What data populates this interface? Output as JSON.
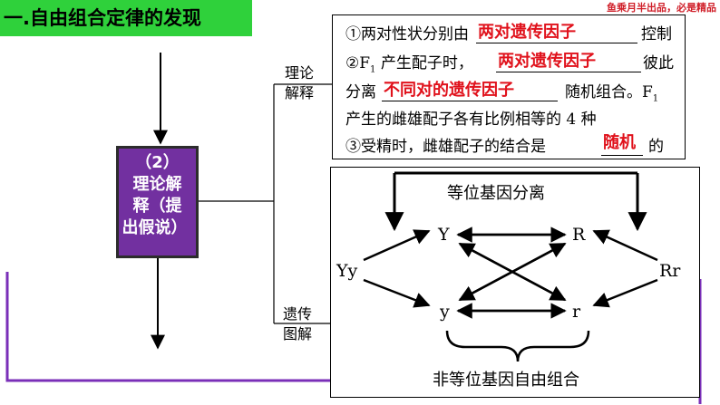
{
  "header": {
    "title": "一.自由组合定律的发现",
    "watermark": "鱼乘月半出品，必是精品"
  },
  "step": {
    "line1": "（2）",
    "line2": "理论解",
    "line3": "释（提",
    "line4": "出假说）"
  },
  "branches": {
    "theory": {
      "line1": "理论",
      "line2": "解释"
    },
    "diagram": {
      "line1": "遗传",
      "line2": "图解"
    }
  },
  "explanation": {
    "line1_pre": "①两对性状分别由",
    "line1_ans": "两对遗传因子",
    "line1_post": "控制",
    "line2_pre": "②F",
    "line2_sub": "1",
    "line2_mid": " 产生配子时，",
    "line2_ans": "两对遗传因子",
    "line2_post": "彼此",
    "line3_pre": "分离",
    "line3_ans": "不同对的遗传因子",
    "line3_post": "随机组合。F",
    "line3_sub": "1",
    "line4": "产生的雌雄配子各有比例相等的 4 种",
    "line5_pre": "③受精时，雌雄配子的结合是",
    "line5_ans": "随机",
    "line5_post": "的"
  },
  "genetics": {
    "top_label": "等位基因分离",
    "bottom_label": "非等位基因自由组合",
    "left_parent": "Yy",
    "right_parent": "Rr",
    "gene_Y": "Y",
    "gene_y": "y",
    "gene_R": "R",
    "gene_r": "r"
  },
  "colors": {
    "title_bar": "#2fd13b",
    "step_box": "#7230a0",
    "answer": "#e0111b",
    "outline": "#7a2fb8"
  }
}
